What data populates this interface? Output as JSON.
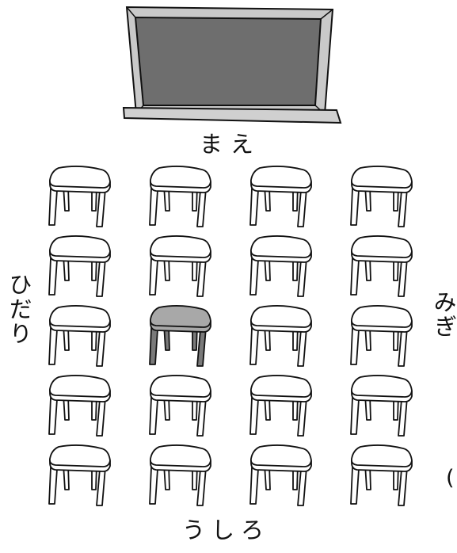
{
  "labels": {
    "front": "まえ",
    "back": "うしろ",
    "left": "ひだり",
    "right": "みぎ",
    "stray_mark": "("
  },
  "stools": {
    "rows": 5,
    "cols": 4,
    "highlighted": {
      "row": 3,
      "col": 2
    }
  },
  "colors": {
    "board_surface": "#6e6e6e",
    "board_frame": "#c9c9c9",
    "board_tray": "#d0d0d0",
    "stool_fill": "#ffffff",
    "stool_highlight": "#a8a8a8",
    "stool_highlight_legs": "#7a7a7a",
    "stroke": "#111111"
  }
}
